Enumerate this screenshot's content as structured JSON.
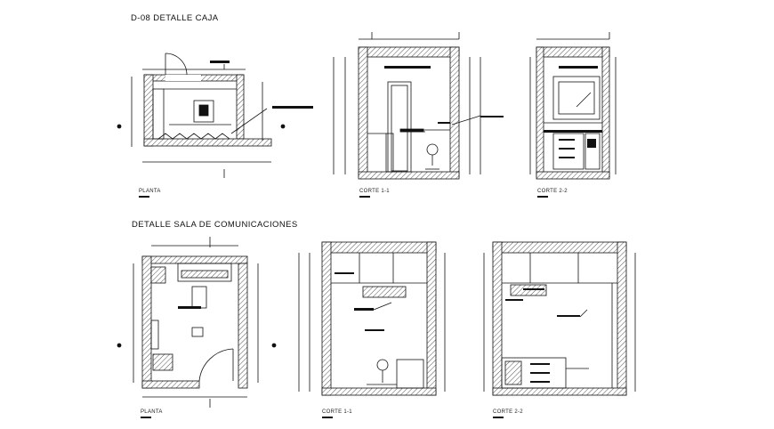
{
  "sheet": {
    "title_caja": "D-08 DETALLE CAJA",
    "title_sala": "DETALLE SALA DE COMUNICACIONES"
  },
  "caja": {
    "planta_label": "PLANTA",
    "corte1_label": "CORTE 1-1",
    "corte2_label": "CORTE 2-2"
  },
  "sala": {
    "planta_label": "PLANTA",
    "corte1_label": "CORTE 1-1",
    "corte2_label": "CORTE 2-2"
  },
  "colors": {
    "ink": "#111111",
    "paper": "#ffffff",
    "hatch": "#555555"
  }
}
